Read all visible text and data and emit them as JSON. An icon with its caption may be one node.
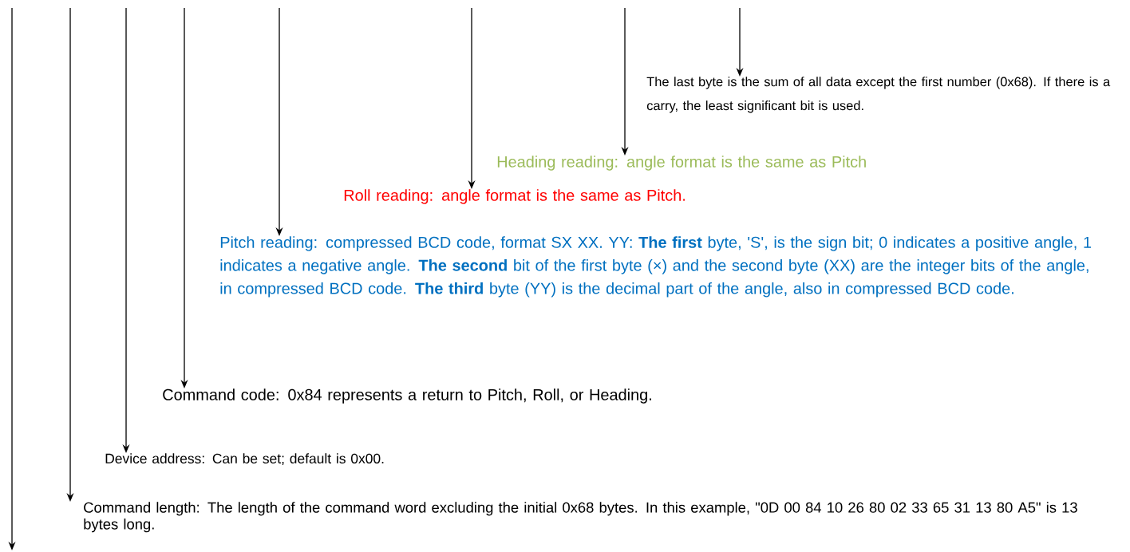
{
  "diagram": {
    "nodes": [
      {
        "text": [
          "The last byte is the sum of all data except the first number (0x68). If there is a carry, the least significant bit is used."
        ]
      },
      {
        "text": [
          "Heading reading: angle format is the same as Pitch"
        ]
      },
      {
        "text": [
          "Roll reading: angle format is the same as Pitch."
        ]
      },
      {
        "text": [
          "Pitch reading: compressed BCD code, format SX XX. YY: **The first** byte, 'S', is the sign bit; 0 indicates a positive angle, 1 indicates a negative angle. **The second** bit of the first byte (×) and the second byte (XX) are the integer bits of the angle, in compressed BCD code. **The third** byte (YY) is the decimal part of the angle, also in compressed BCD code."
        ]
      },
      {
        "text": [
          "Command code: 0x84 represents a return to Pitch, Roll, or Heading."
        ]
      },
      {
        "text": [
          "Device address: Can be set; default is 0x00."
        ]
      },
      {
        "text": [
          "Command length: The length of the command word excluding the initial 0x68 bytes. In this example, \"0D 00 84 10 26 80 02 33 65 31 13 80 A5\" is 13 bytes long."
        ]
      }
    ],
    "edges": [
      {
        "from": null,
        "to": 0,
        "arrow": "to"
      },
      {
        "from": null,
        "to": 1,
        "arrow": "to"
      },
      {
        "from": null,
        "to": 2,
        "arrow": "to"
      },
      {
        "from": null,
        "to": 3,
        "arrow": "to"
      },
      {
        "from": null,
        "to": 4,
        "arrow": "to"
      },
      {
        "from": null,
        "to": 5,
        "arrow": "to"
      },
      {
        "from": null,
        "to": 6,
        "arrow": "to"
      }
    ]
  }
}
